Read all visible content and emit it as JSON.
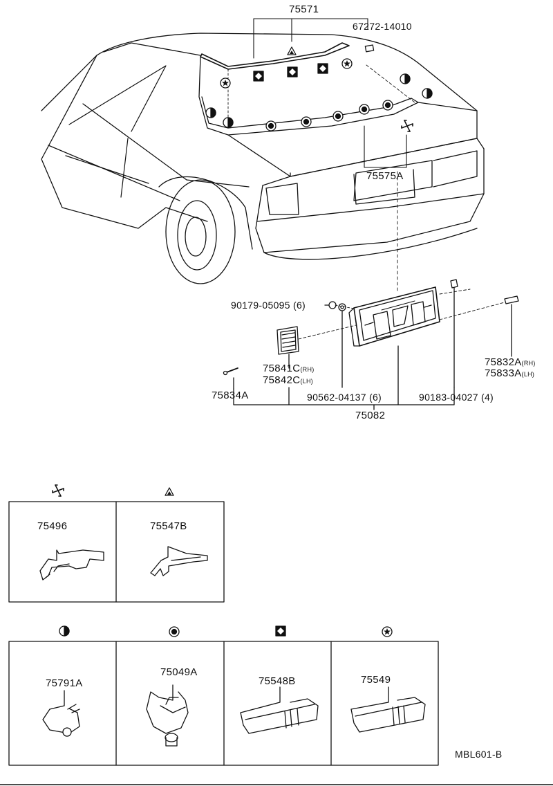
{
  "diagram": {
    "part_numbers": {
      "p75571": "75571",
      "p67272": "67272-14010",
      "p75575A": "75575A",
      "p90179": "90179-05095 (6)",
      "p75841C": "75841C",
      "p75841C_sfx": "(RH)",
      "p75842C": "75842C",
      "p75842C_sfx": "(LH)",
      "p75834A": "75834A",
      "p90562": "90562-04137 (6)",
      "p90183": "90183-04027 (4)",
      "p75082": "75082",
      "p75832A": "75832A",
      "p75832A_sfx": "(RH)",
      "p75833A": "75833A",
      "p75833A_sfx": "(LH)"
    },
    "clip_panels_row1": [
      {
        "symbol": "pinwheel-icon",
        "part": "75496"
      },
      {
        "symbol": "triangle-icon",
        "part": "75547B"
      }
    ],
    "clip_panels_row2": [
      {
        "symbol": "half-circle-icon",
        "part": "75791A"
      },
      {
        "symbol": "target-circle-icon",
        "part": "75049A"
      },
      {
        "symbol": "diamond-square-icon",
        "part": "75548B"
      },
      {
        "symbol": "star-circle-icon",
        "part": "75549"
      }
    ],
    "drawing_code": "MBL601-B"
  }
}
